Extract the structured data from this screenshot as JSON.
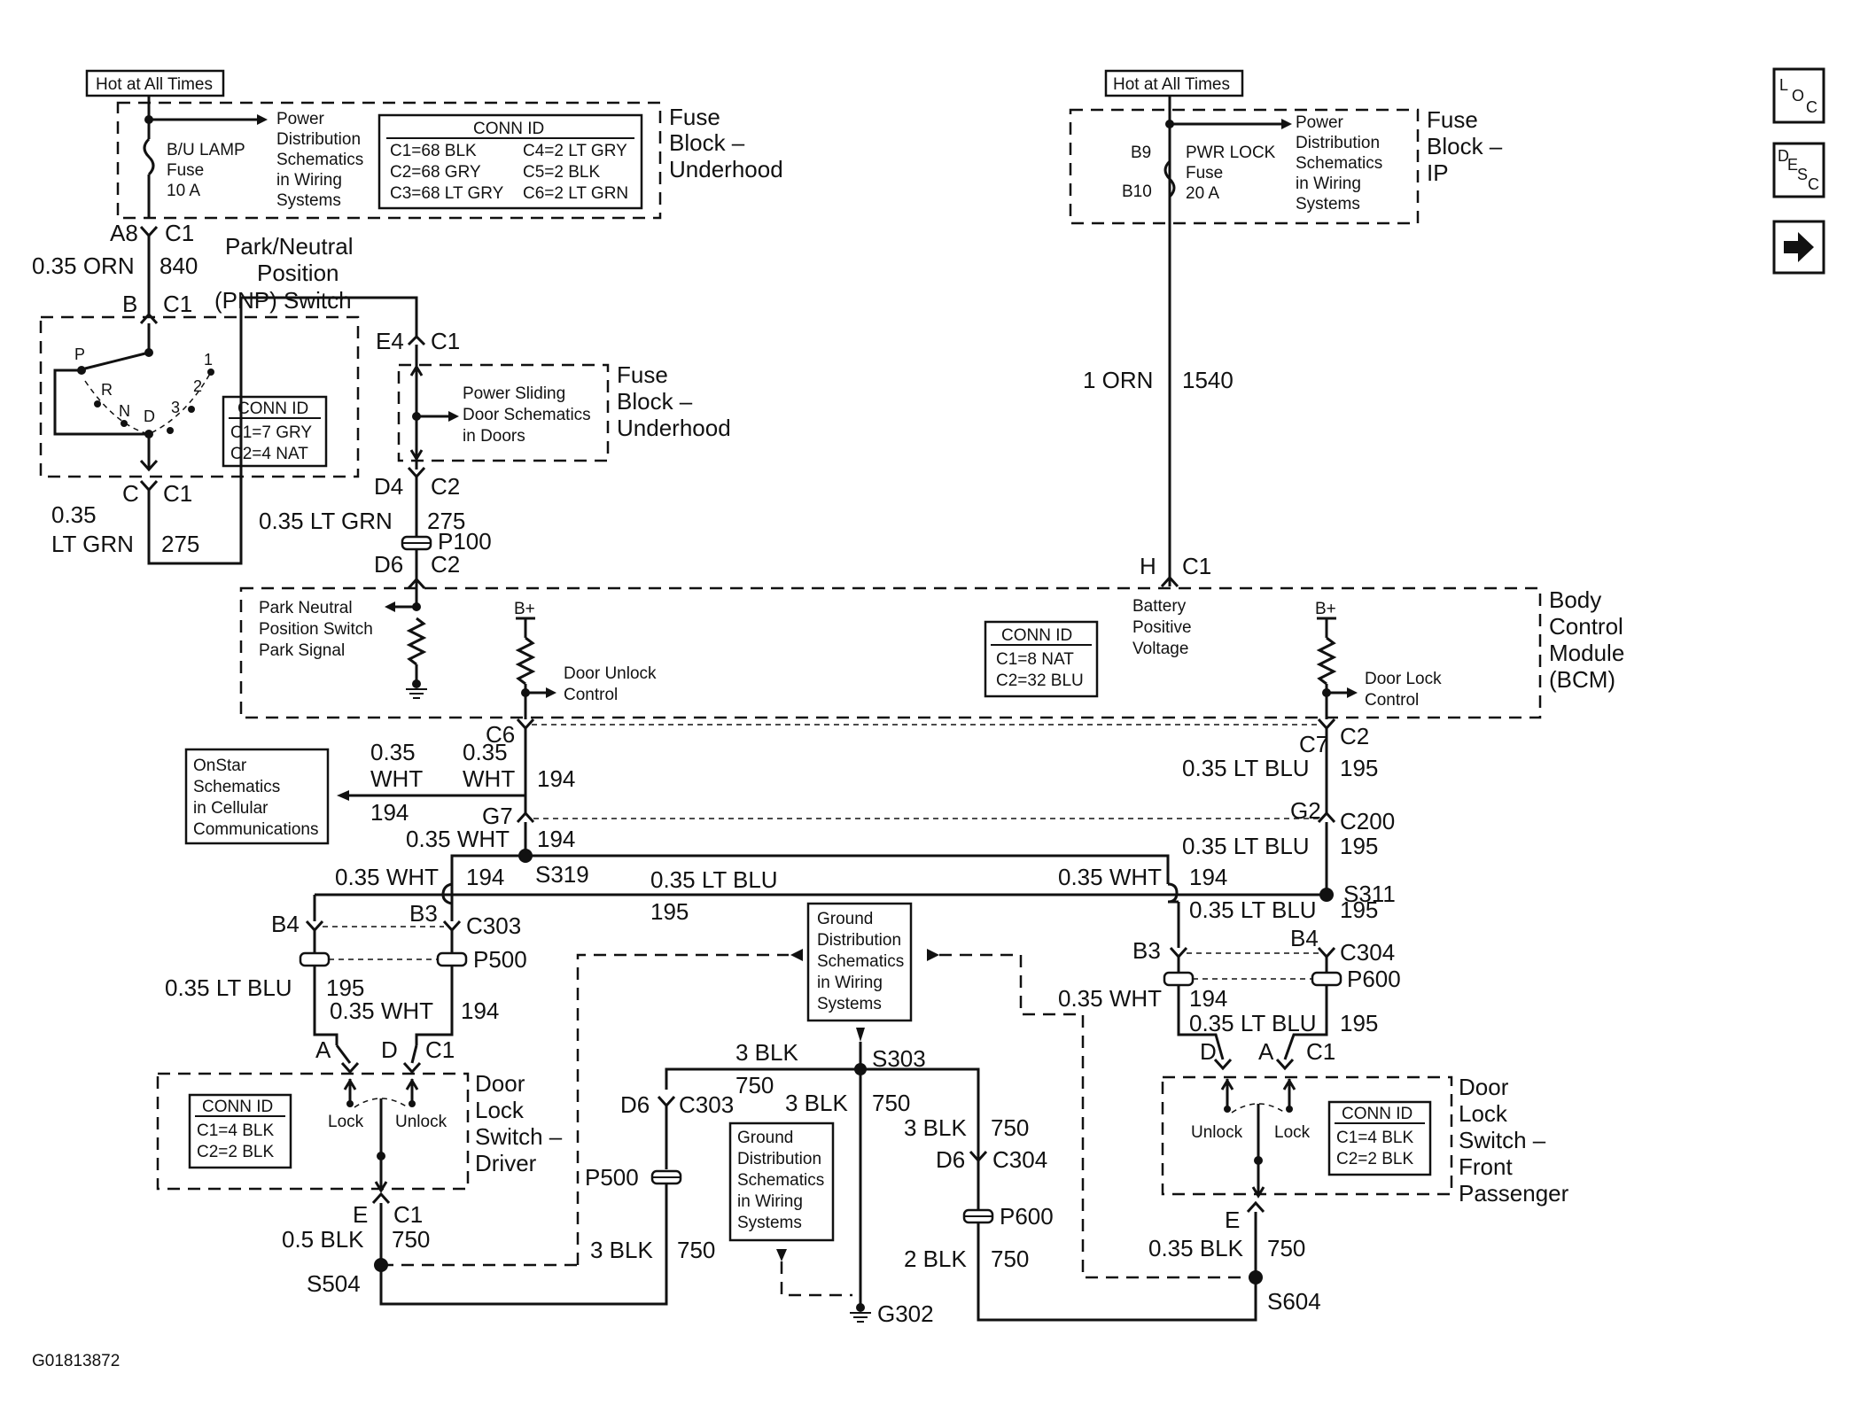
{
  "figure_id": "G01813872",
  "nav": {
    "loc_icon": "LOC",
    "desc_icon": "DESC",
    "next_icon": "arrow-right"
  },
  "fuse_block_underhood_top": {
    "hot_label": "Hot at All Times",
    "fuse_lines": [
      "B/U LAMP",
      "Fuse",
      "10 A"
    ],
    "power_ref": [
      "Power",
      "Distribution",
      "Schematics",
      "in Wiring",
      "Systems"
    ],
    "conn_id_title": "CONN ID",
    "conn_id_rows": [
      "C1=68 BLK",
      "C2=68 GRY",
      "C3=68 LT GRY",
      "C4=2 LT GRY",
      "C5=2 BLK",
      "C6=2 LT GRN"
    ],
    "title": [
      "Fuse",
      "Block –",
      "Underhood"
    ]
  },
  "fuse_block_ip": {
    "hot_label": "Hot at All Times",
    "pins": [
      "B9",
      "B10"
    ],
    "fuse_lines": [
      "PWR LOCK",
      "Fuse",
      "20 A"
    ],
    "power_ref": [
      "Power",
      "Distribution",
      "Schematics",
      "in Wiring",
      "Systems"
    ],
    "title": [
      "Fuse",
      "Block –",
      "IP"
    ]
  },
  "pnp_switch": {
    "title": [
      "Park/Neutral",
      "Position",
      "(PNP) Switch"
    ],
    "positions": [
      "P",
      "R",
      "N",
      "D",
      "3",
      "2",
      "1"
    ],
    "conn_id_title": "CONN ID",
    "conn_id_rows": [
      "C1=7 GRY",
      "C2=4 NAT"
    ]
  },
  "fuse_block_underhood_mid": {
    "ref": [
      "Power Sliding",
      "Door Schematics",
      "in Doors"
    ],
    "title": [
      "Fuse",
      "Block –",
      "Underhood"
    ]
  },
  "bcm": {
    "title": [
      "Body",
      "Control",
      "Module",
      "(BCM)"
    ],
    "park_signal": [
      "Park Neutral",
      "Position Switch",
      "Park Signal"
    ],
    "unlock_control": [
      "Door Unlock",
      "Control"
    ],
    "battery": [
      "Battery",
      "Positive",
      "Voltage"
    ],
    "lock_control": [
      "Door Lock",
      "Control"
    ],
    "bplus": "B+",
    "conn_id_title": "CONN ID",
    "conn_id_rows": [
      "C1=8 NAT",
      "C2=32 BLU"
    ]
  },
  "onstar_ref": [
    "OnStar",
    "Schematics",
    "in Cellular",
    "Communications"
  ],
  "ground_ref": [
    "Ground",
    "Distribution",
    "Schematics",
    "in Wiring",
    "Systems"
  ],
  "door_switch_driver": {
    "title": [
      "Door",
      "Lock",
      "Switch –",
      "Driver"
    ],
    "lock": "Lock",
    "unlock": "Unlock",
    "conn_id_title": "CONN ID",
    "conn_id_rows": [
      "C1=4 BLK",
      "C2=2 BLK"
    ]
  },
  "door_switch_passenger": {
    "title": [
      "Door",
      "Lock",
      "Switch –",
      "Front",
      "Passenger"
    ],
    "lock": "Lock",
    "unlock": "Unlock",
    "conn_id_title": "CONN ID",
    "conn_id_rows": [
      "C1=4 BLK",
      "C2=2 BLK"
    ]
  },
  "labels": {
    "a8": "A8",
    "c1": "C1",
    "c2": "C2",
    "c6": "C6",
    "c7": "C7",
    "b": "B",
    "c": "C",
    "e": "E",
    "e4": "E4",
    "d4": "D4",
    "d6": "D6",
    "h": "H",
    "g7": "G7",
    "g2": "G2",
    "c200": "C200",
    "b3": "B3",
    "b4": "B4",
    "c303": "C303",
    "c304": "C304",
    "a": "A",
    "d": "D",
    "p100": "P100",
    "p500": "P500",
    "p600": "P600",
    "s319": "S319",
    "s311": "S311",
    "s303": "S303",
    "s504": "S504",
    "s604": "S604",
    "g302": "G302",
    "orn035": "0.35 ORN",
    "n840": "840",
    "n035": "0.35",
    "ltgrn": "LT GRN",
    "n275": "275",
    "ltgrn035": "0.35 LT GRN",
    "orn1": "1 ORN",
    "n1540": "1540",
    "wht_a": "0.35",
    "wht_b": "WHT",
    "n194": "194",
    "wht035": "0.35 WHT",
    "ltblu035": "0.35 LT BLU",
    "n195": "195",
    "blk3": "3 BLK",
    "n750": "750",
    "blk2": "2 BLK",
    "blk05": "0.5 BLK",
    "blk035": "0.35 BLK"
  }
}
